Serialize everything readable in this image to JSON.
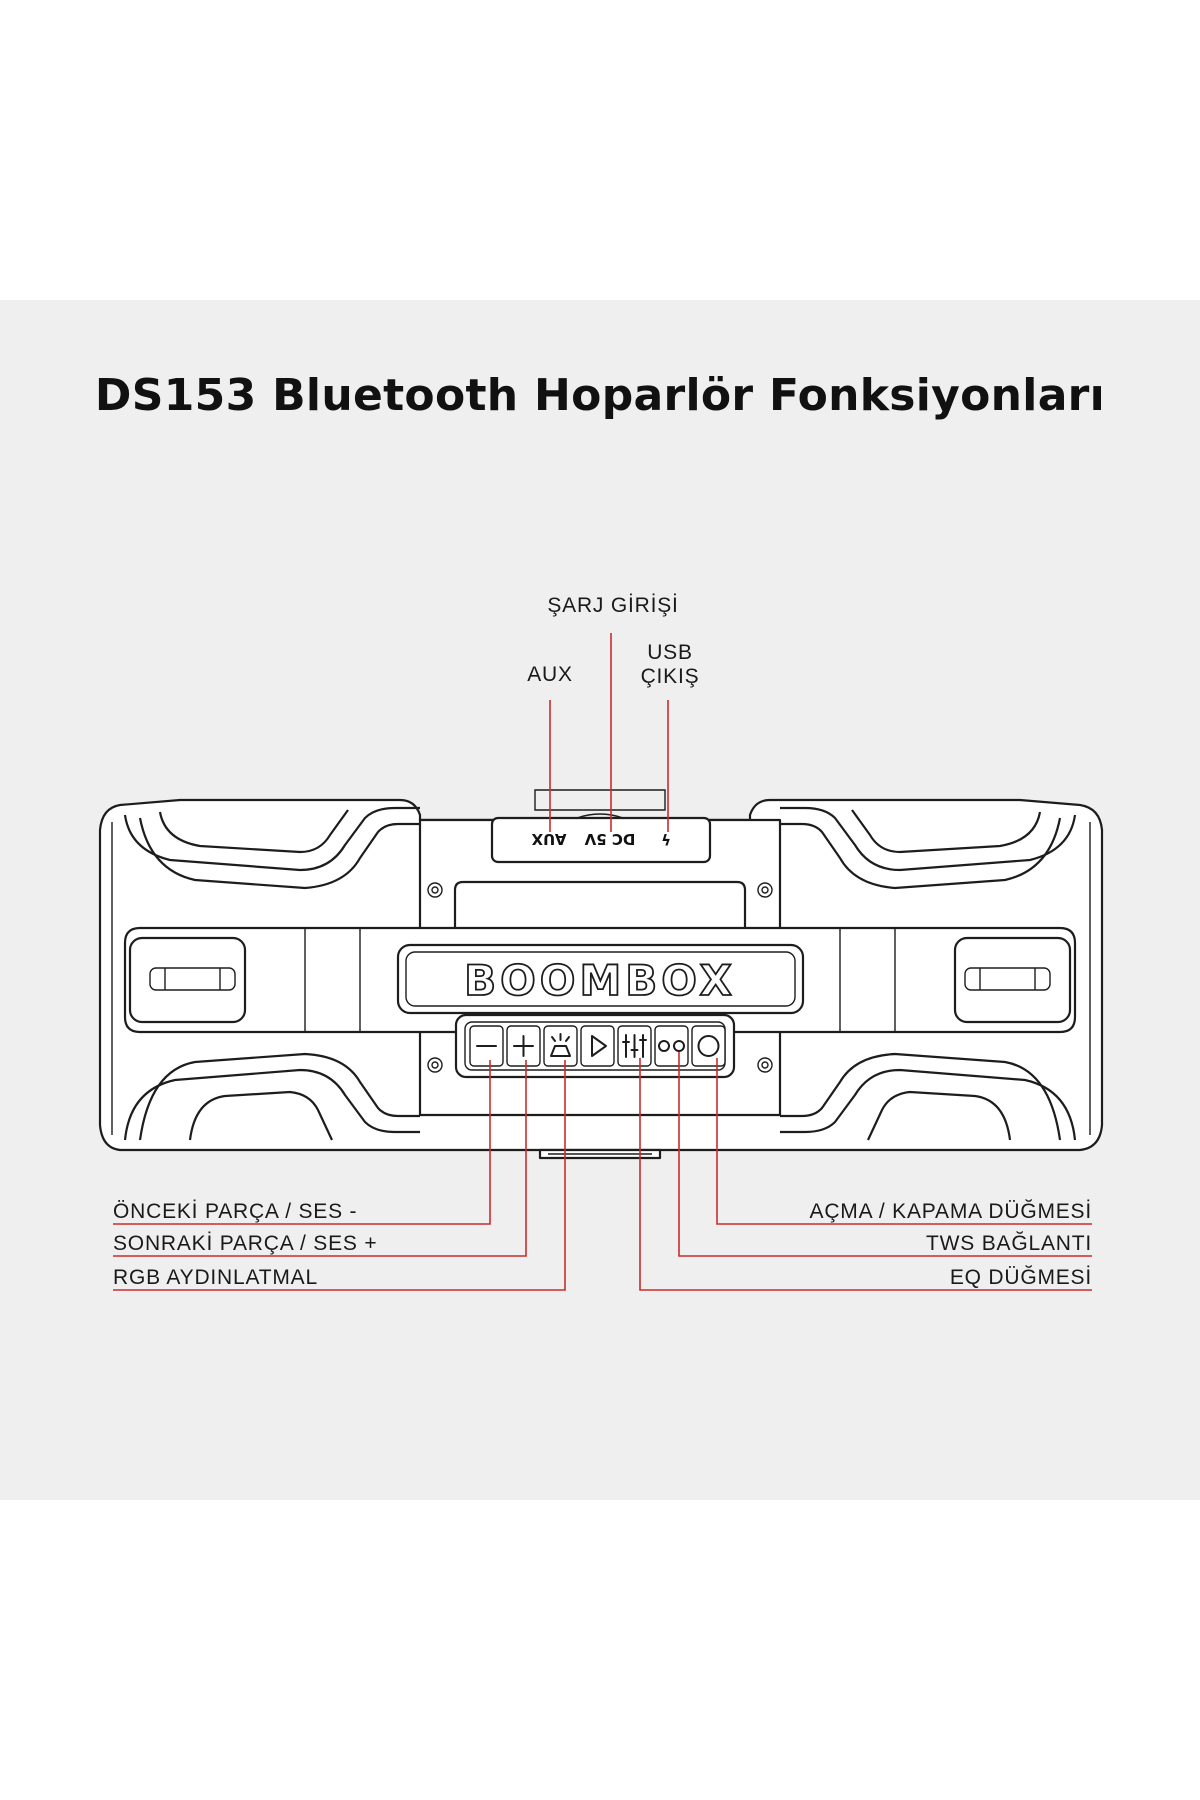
{
  "title": "DS153 Bluetooth Hoparlör Fonksiyonları",
  "device": {
    "brand_logo": "BOOMBOX",
    "ports": {
      "aux": "AUX",
      "dc": "DC 5V",
      "usb_symbol": "ϟ"
    }
  },
  "labels": {
    "top": {
      "charge_input": "ŞARJ GİRİŞİ",
      "aux": "AUX",
      "usb_line1": "USB",
      "usb_line2": "ÇIKIŞ"
    },
    "left": {
      "prev_track": "ÖNCEKİ PARÇA / SES -",
      "next_track": "SONRAKİ PARÇA / SES +",
      "rgb": "RGB AYDINLATMAL"
    },
    "right": {
      "power": "AÇMA / KAPAMA DÜĞMESİ",
      "tws": "TWS BAĞLANTI",
      "eq": "EQ DÜĞMESİ"
    }
  },
  "buttons": [
    "minus-icon",
    "plus-icon",
    "rgb-light-icon",
    "play-icon",
    "eq-icon",
    "tws-link-icon",
    "power-icon"
  ],
  "colors": {
    "panel": "#efefef",
    "leader_line": "#cc2b2b",
    "outline": "#1d1d1d",
    "title": "#111111"
  }
}
